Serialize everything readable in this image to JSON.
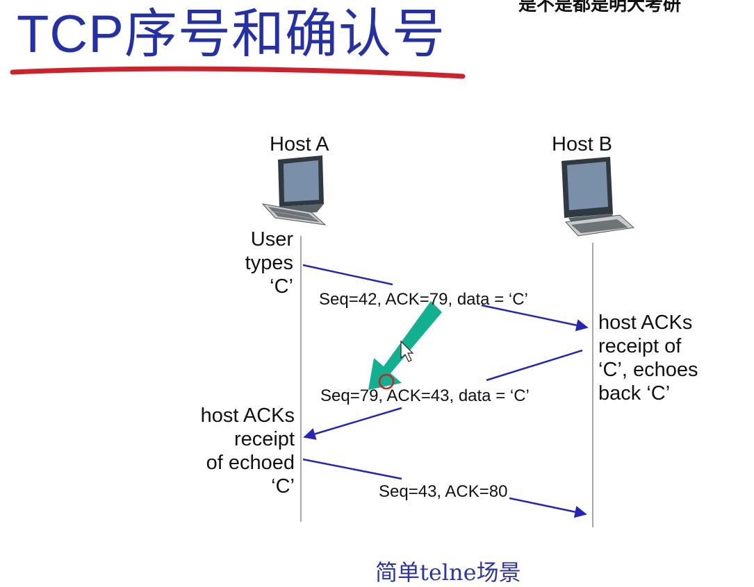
{
  "slide": {
    "title": "TCP序号和确认号",
    "top_overlay_text": "是不是都是明大考研",
    "caption": "简单telne场景"
  },
  "hosts": {
    "a_label": "Host A",
    "b_label": "Host B"
  },
  "notes": {
    "host_a_top": "User\ntypes\n‘C’",
    "host_b_middle": "host ACKs\nreceipt of\n‘C’, echoes\nback ‘C’",
    "host_a_bottom": "host ACKs\nreceipt\nof echoed\n‘C’"
  },
  "messages": [
    {
      "label": "Seq=42, ACK=79, data = ‘C’"
    },
    {
      "label": "Seq=79, ACK=43, data = ‘C’"
    },
    {
      "label": "Seq=43, ACK=80"
    }
  ],
  "colors": {
    "title": "#2330a8",
    "underline": "#d0202a",
    "arrow": "#2424b8",
    "pointer_arrow": "#10b090",
    "cursor_circle": "#d02020"
  }
}
